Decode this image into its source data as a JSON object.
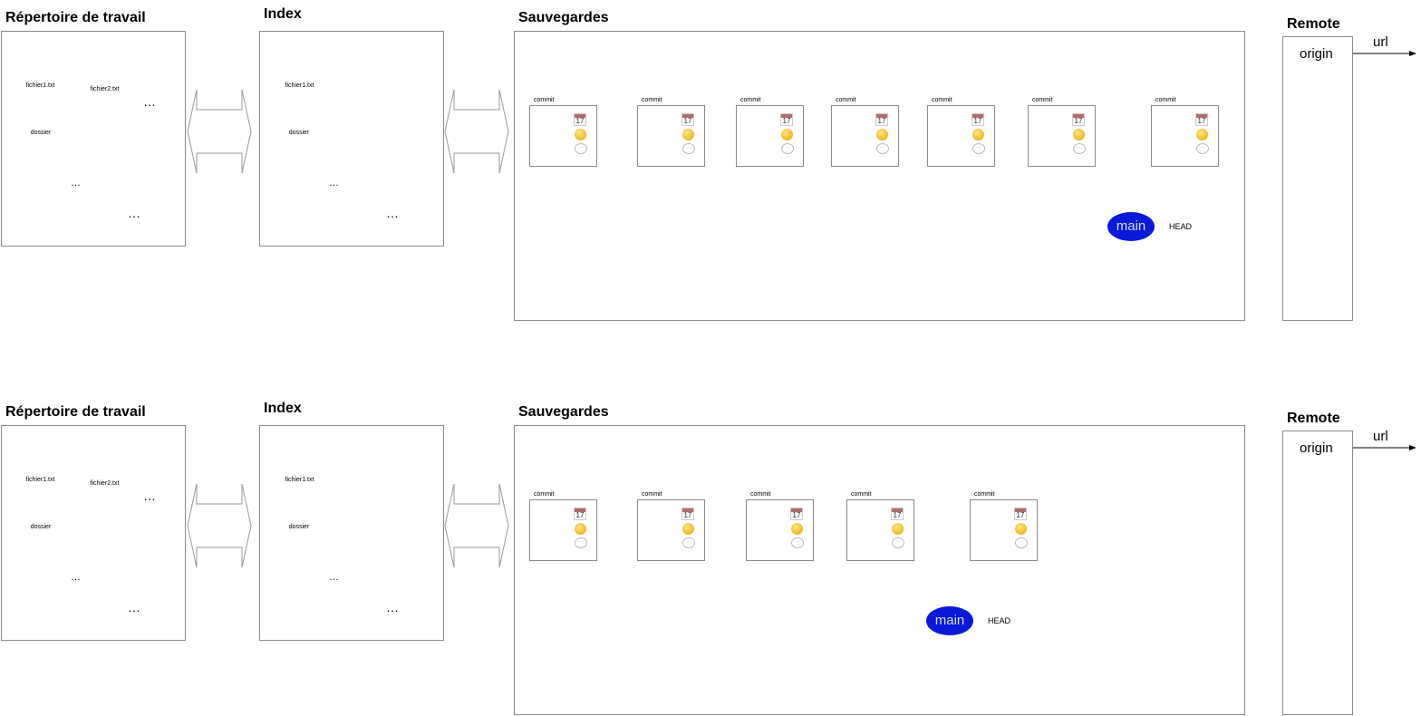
{
  "panels": [
    {
      "working_dir": {
        "title": "Répertoire de travail",
        "files": [
          {
            "name": "fichier1.txt",
            "color": "#ffffff"
          },
          {
            "name": "fichier2.txt",
            "color": "#d6feff"
          }
        ],
        "folder": {
          "name": "dossier",
          "inner_dots": "…"
        },
        "dots": "…"
      },
      "index": {
        "title": "Index",
        "files": [
          {
            "name": "fichier1.txt",
            "color": "#ffffff"
          }
        ],
        "folder": {
          "name": "dossier",
          "inner_dots": "…"
        },
        "dots": "…"
      },
      "saves": {
        "title": "Sauvegardes",
        "commits": [
          {
            "label": "commit",
            "fill": "#c8c8c8",
            "cal": "17"
          },
          {
            "label": "commit",
            "fill": "#c8c8c8",
            "cal": "17"
          },
          {
            "label": "commit",
            "fill": "#dd0000",
            "cal": "17"
          },
          {
            "label": "commit",
            "fill": "#7dfd3a",
            "cal": "17"
          },
          {
            "label": "commit",
            "fill": "#7ffefe",
            "cal": "17"
          },
          {
            "label": "commit",
            "fill": "#c8c8c8",
            "cal": "17"
          },
          {
            "label": "commit",
            "fill": "#ffffff",
            "cal": "17"
          }
        ],
        "branch": "main",
        "head": "HEAD"
      },
      "remote": {
        "title": "Remote",
        "origin": "origin",
        "url": "url"
      }
    },
    {
      "working_dir": {
        "title": "Répertoire de travail",
        "files": [
          {
            "name": "fichier1.txt",
            "color": "#ffffff"
          },
          {
            "name": "fichier2.txt",
            "color": "#d6feff"
          }
        ],
        "folder": {
          "name": "dossier",
          "inner_dots": "…"
        },
        "dots": "…"
      },
      "index": {
        "title": "Index",
        "files": [
          {
            "name": "fichier1.txt",
            "color": "#ffffff"
          }
        ],
        "folder": {
          "name": "dossier",
          "inner_dots": "…"
        },
        "dots": "…"
      },
      "saves": {
        "title": "Sauvegardes",
        "commits": [
          {
            "label": "commit",
            "fill": "#c8c8c8",
            "cal": "17"
          },
          {
            "label": "commit",
            "fill": "#c8c8c8",
            "cal": "17"
          },
          {
            "label": "commit",
            "fill": "gradient",
            "cal": "17"
          },
          {
            "label": "commit",
            "fill": "#c8c8c8",
            "cal": "17"
          },
          {
            "label": "commit",
            "fill": "#ffffff",
            "cal": "17"
          }
        ],
        "branch": "main",
        "head": "HEAD"
      },
      "remote": {
        "title": "Remote",
        "origin": "origin",
        "url": "url"
      }
    }
  ],
  "colors": {
    "branch": "#0a18d8",
    "head": "#7dfd3a",
    "arrow_branch": "#2a3cf0"
  }
}
